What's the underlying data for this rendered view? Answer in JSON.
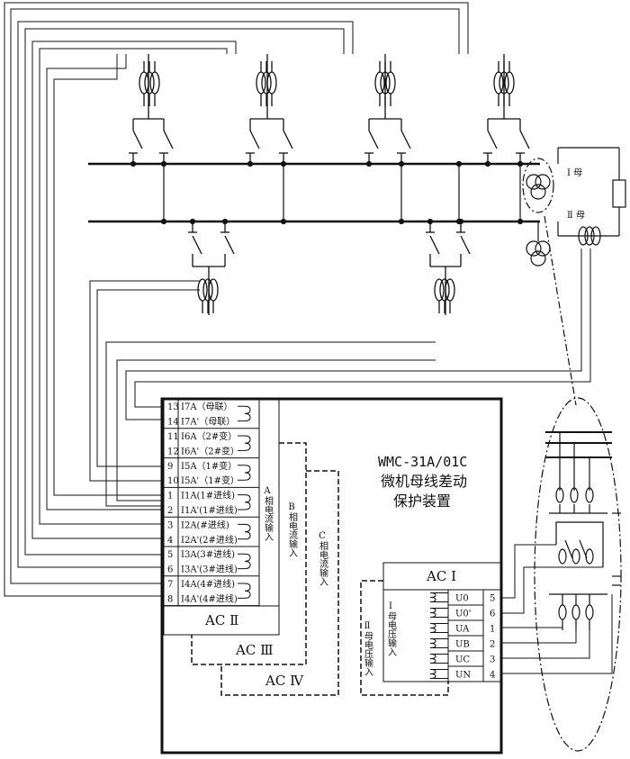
{
  "bus": {
    "bus1_label": "Ⅰ 母",
    "bus2_label": "Ⅱ 母"
  },
  "device": {
    "model": "WMC-31A/01C",
    "name_line1": "微机母线差动",
    "name_line2": "保护装置"
  },
  "current_terminals": [
    {
      "num": "13",
      "label": "I7A（母联）"
    },
    {
      "num": "14",
      "label": "I7A'（母联）"
    },
    {
      "num": "11",
      "label": "I6A（2#变）"
    },
    {
      "num": "12",
      "label": "I6A'（2#变）"
    },
    {
      "num": "9",
      "label": "I5A（1#变）"
    },
    {
      "num": "10",
      "label": "I5A'（1#变）"
    },
    {
      "num": "1",
      "label": "I1A(1#进线)"
    },
    {
      "num": "2",
      "label": "I1A'(1#进线)"
    },
    {
      "num": "3",
      "label": "I2A(#进线)"
    },
    {
      "num": "4",
      "label": "I2A'(2#进线)"
    },
    {
      "num": "5",
      "label": "I3A(3#进线)"
    },
    {
      "num": "6",
      "label": "I3A'(3#进线)"
    },
    {
      "num": "7",
      "label": "I4A(4#进线)"
    },
    {
      "num": "8",
      "label": "I4A'(4#进线)"
    }
  ],
  "phase_inputs": {
    "a": "A相电流输入",
    "b": "B相电流输入",
    "c": "C相电流输入",
    "v1": "Ⅰ母电压输入",
    "v2": "Ⅱ母电压输入"
  },
  "ac_labels": {
    "ac1": "AC Ⅰ",
    "ac2": "AC Ⅱ",
    "ac3": "AC Ⅲ",
    "ac4": "AC Ⅳ"
  },
  "voltage_terminals": [
    {
      "label": "U0",
      "num": "5"
    },
    {
      "label": "U0'",
      "num": "6"
    },
    {
      "label": "UA",
      "num": "1"
    },
    {
      "label": "UB",
      "num": "2"
    },
    {
      "label": "UC",
      "num": "3"
    },
    {
      "label": "UN",
      "num": "4"
    }
  ]
}
